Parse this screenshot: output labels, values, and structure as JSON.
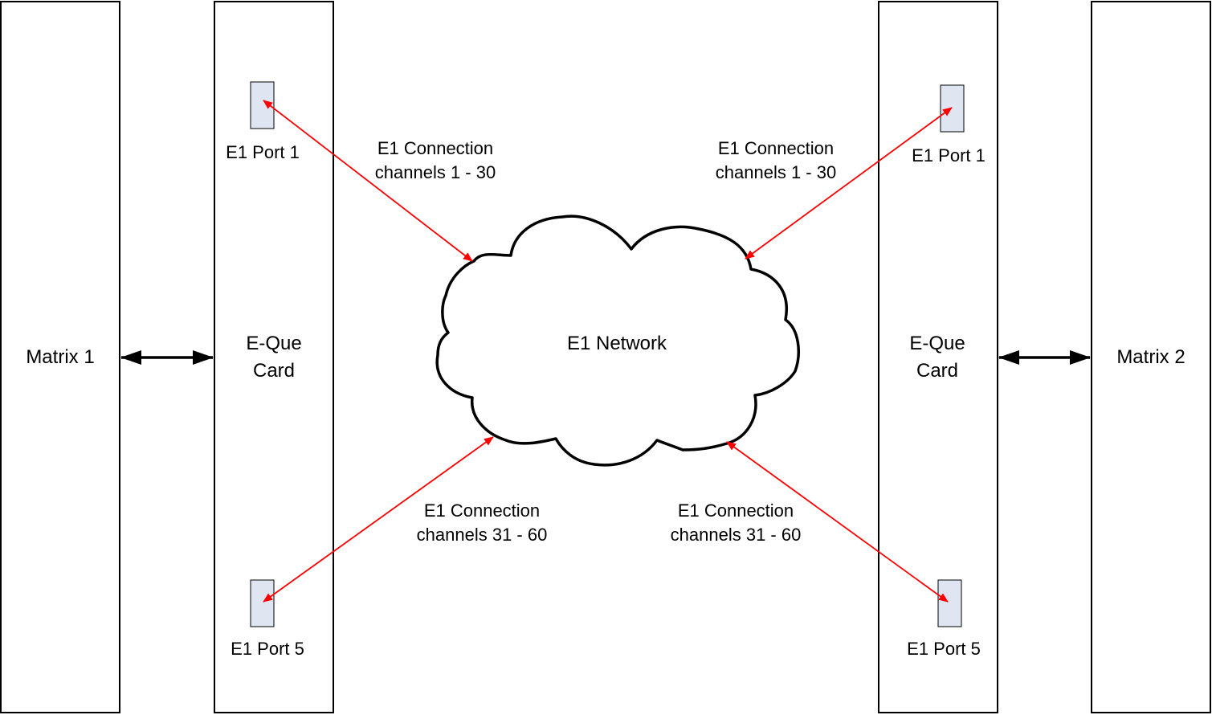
{
  "colors": {
    "background": "#ffffff",
    "outline": "#000000",
    "port_fill": "#dfe6f2",
    "connection": "#ff0000"
  },
  "matrix_left": {
    "label": "Matrix 1"
  },
  "matrix_right": {
    "label": "Matrix 2"
  },
  "card_left": {
    "label_line1": "E-Que",
    "label_line2": "Card"
  },
  "card_right": {
    "label_line1": "E-Que",
    "label_line2": "Card"
  },
  "network": {
    "label": "E1 Network"
  },
  "ports": {
    "left_top": "E1 Port 1",
    "left_bottom": "E1 Port 5",
    "right_top": "E1 Port 1",
    "right_bottom": "E1 Port 5"
  },
  "connections": {
    "top_left": {
      "line1": "E1 Connection",
      "line2": "channels 1 - 30"
    },
    "top_right": {
      "line1": "E1 Connection",
      "line2": "channels 1 - 30"
    },
    "bottom_left": {
      "line1": "E1 Connection",
      "line2": "channels 31 - 60"
    },
    "bottom_right": {
      "line1": "E1 Connection",
      "line2": "channels 31 - 60"
    }
  }
}
